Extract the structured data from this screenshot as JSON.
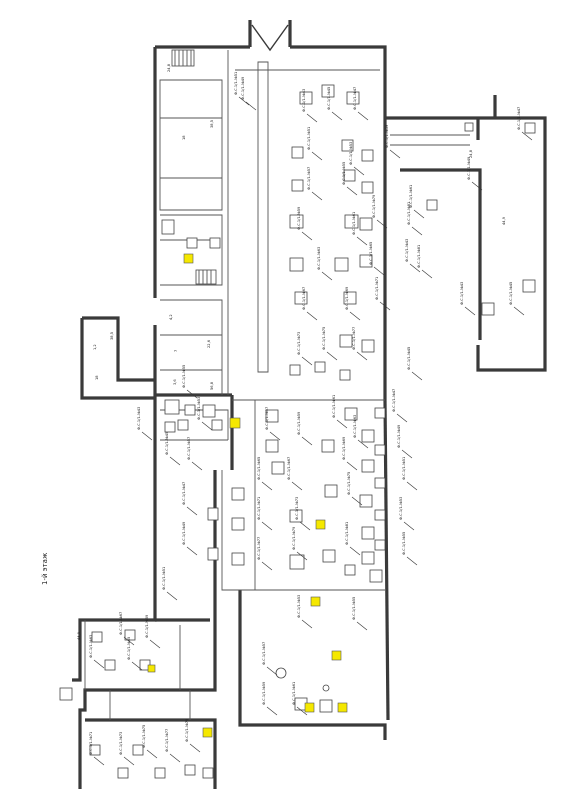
{
  "plan": {
    "title": "1-й этаж",
    "equipment_labels": [
      "Ф.С.1/1-№43",
      "Ф.С.1/1-№45",
      "Ф.С.1/1-№47",
      "Ф.С.1/1-№49",
      "Ф.С.1/1-№51",
      "Ф.С.1/1-№53",
      "Ф.С.1/1-№55",
      "Ф.С.1/1-№57",
      "Ф.С.1/1-№59",
      "Ф.С.1/1-№61",
      "Ф.С.1/1-№63",
      "Ф.С.1/1-№65",
      "Ф.С.1/1-№67",
      "Ф.С.1/1-№69",
      "Ф.С.1/1-№71",
      "Ф.С.1/1-№73",
      "Ф.С.1/1-№75",
      "Ф.С.1/1-№77",
      "Ф.С.1/1-№79",
      "Ф.С.1/1-№81"
    ],
    "room_labels": [
      "24,8",
      "18",
      "38,5",
      "44,9",
      "4,2",
      "7",
      "22,6",
      "56,8",
      "3,6",
      "1,2"
    ]
  }
}
